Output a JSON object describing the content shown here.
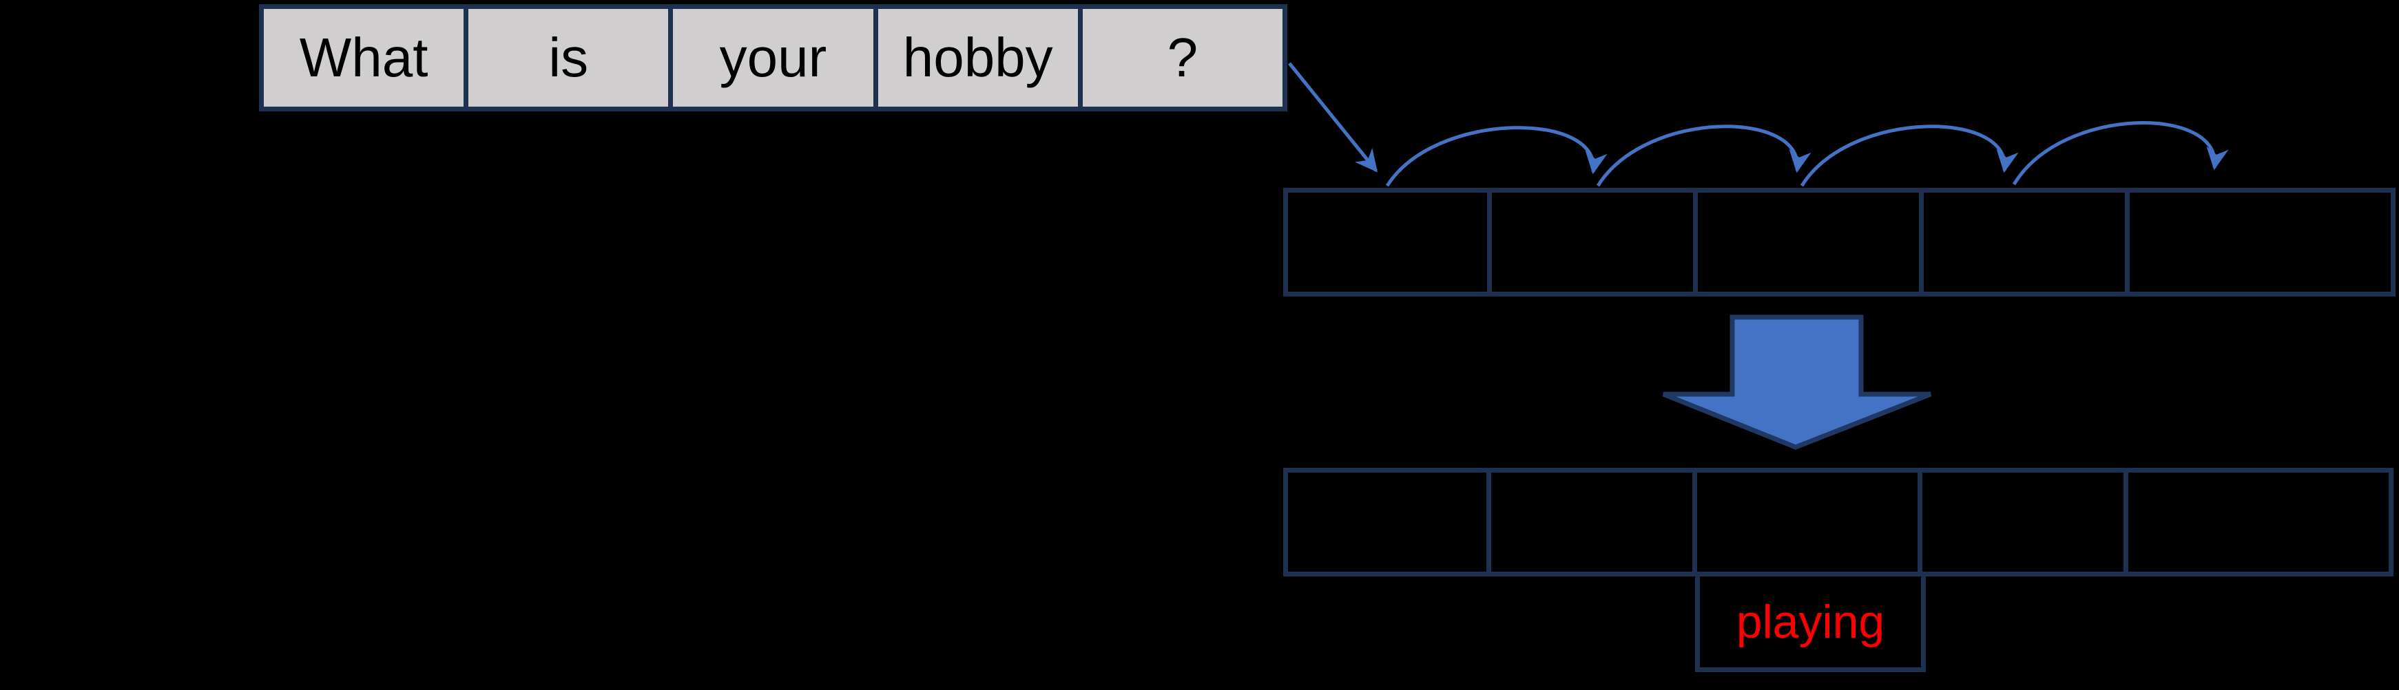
{
  "diagram": {
    "description": "sequence-to-word diagram",
    "sentence": {
      "tokens": [
        "What",
        "is",
        "your",
        "hobby",
        "?"
      ]
    },
    "sequence_rows": {
      "top_cells": 5,
      "bottom_cells": 5
    },
    "prediction": {
      "label": "playing"
    },
    "colors": {
      "background": "#000000",
      "cell_fill_gray": "#D0CECE",
      "border_navy": "#1E3151",
      "arrow_blue": "#4472C4",
      "arrow_outline_navy": "#1F3864",
      "prediction_red": "#FF0000",
      "token_text": "#000000"
    }
  }
}
